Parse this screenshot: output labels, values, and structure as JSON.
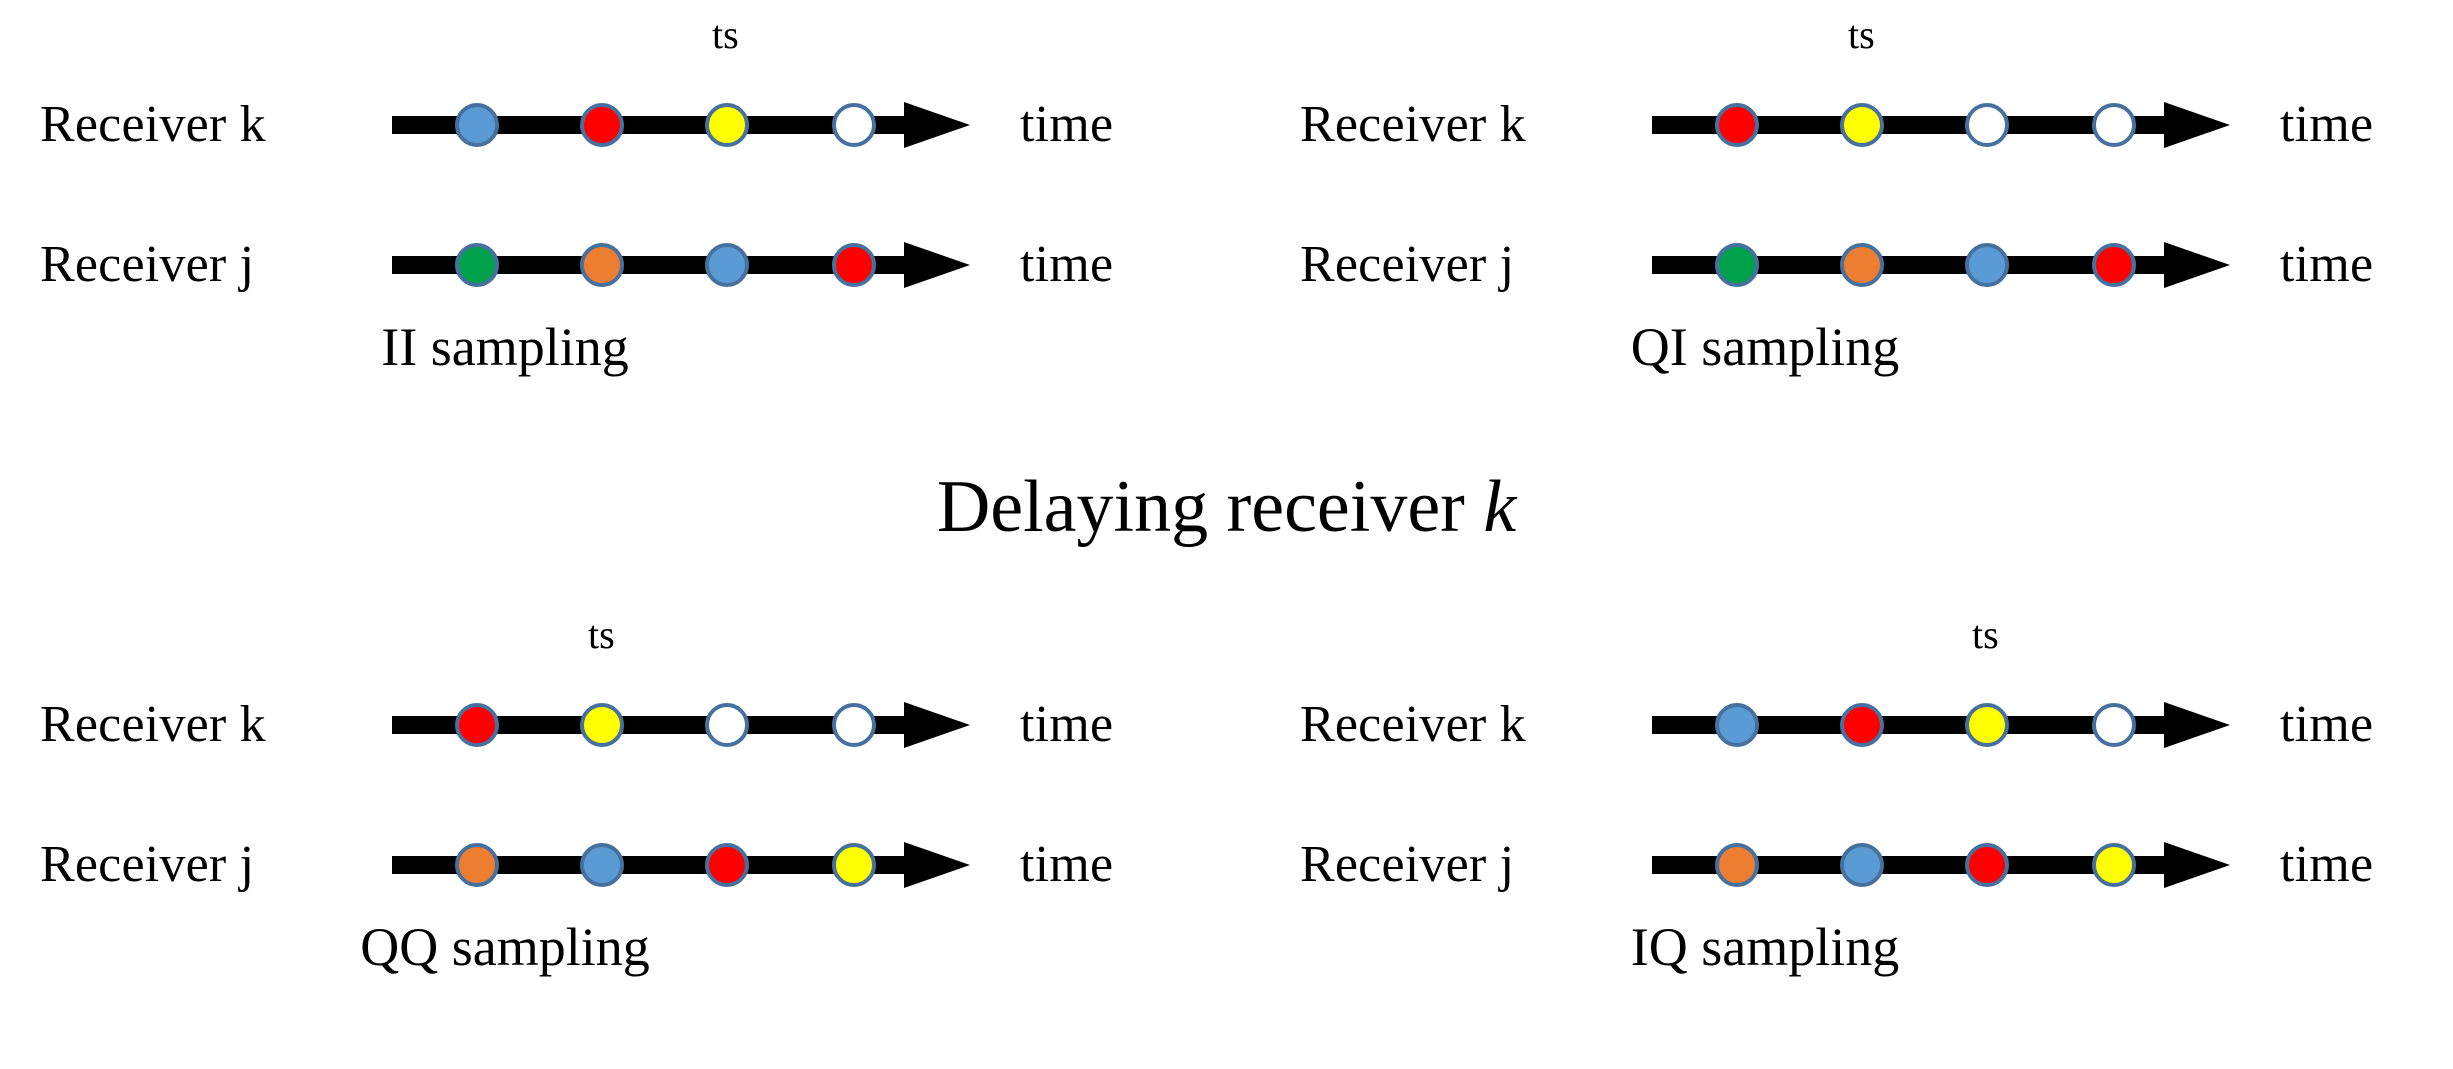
{
  "figure": {
    "center_title_prefix": "Delaying receiver ",
    "center_title_emphasis": "k"
  },
  "colors": {
    "blue": "#5b9bd5",
    "red": "#ff0000",
    "yellow": "#ffff00",
    "green": "#00a14b",
    "orange": "#ed7d31",
    "white": "#ffffff",
    "dot_outline": "#46719e",
    "axis": "#000000",
    "background": "#ffffff"
  },
  "common": {
    "ts_label": "ts",
    "time_label": "time",
    "receiver_k_label": "Receiver k",
    "receiver_j_label": "Receiver j"
  },
  "panels": [
    {
      "id": "ii-sampling",
      "position": "top-left",
      "caption": "II sampling",
      "ts_label": "ts",
      "rows": [
        {
          "name": "receiver-k",
          "label": "Receiver k",
          "time_label": "time",
          "dots": [
            "blue",
            "red",
            "yellow",
            "white"
          ]
        },
        {
          "name": "receiver-j",
          "label": "Receiver j",
          "time_label": "time",
          "dots": [
            "green",
            "orange",
            "blue",
            "red"
          ]
        }
      ]
    },
    {
      "id": "qi-sampling",
      "position": "top-right",
      "caption": "QI sampling",
      "ts_label": "ts",
      "rows": [
        {
          "name": "receiver-k",
          "label": "Receiver k",
          "time_label": "time",
          "dots": [
            "red",
            "yellow",
            "white",
            "white"
          ]
        },
        {
          "name": "receiver-j",
          "label": "Receiver j",
          "time_label": "time",
          "dots": [
            "green",
            "orange",
            "blue",
            "red"
          ]
        }
      ]
    },
    {
      "id": "qq-sampling",
      "position": "bottom-left",
      "caption": "QQ sampling",
      "ts_label": "ts",
      "rows": [
        {
          "name": "receiver-k",
          "label": "Receiver k",
          "time_label": "time",
          "dots": [
            "red",
            "yellow",
            "white",
            "white"
          ]
        },
        {
          "name": "receiver-j",
          "label": "Receiver j",
          "time_label": "time",
          "dots": [
            "orange",
            "blue",
            "red",
            "yellow"
          ]
        }
      ]
    },
    {
      "id": "iq-sampling",
      "position": "bottom-right",
      "caption": "IQ sampling",
      "ts_label": "ts",
      "rows": [
        {
          "name": "receiver-k",
          "label": "Receiver k",
          "time_label": "time",
          "dots": [
            "blue",
            "red",
            "yellow",
            "white"
          ]
        },
        {
          "name": "receiver-j",
          "label": "Receiver j",
          "time_label": "time",
          "dots": [
            "orange",
            "blue",
            "red",
            "yellow"
          ]
        }
      ]
    }
  ]
}
